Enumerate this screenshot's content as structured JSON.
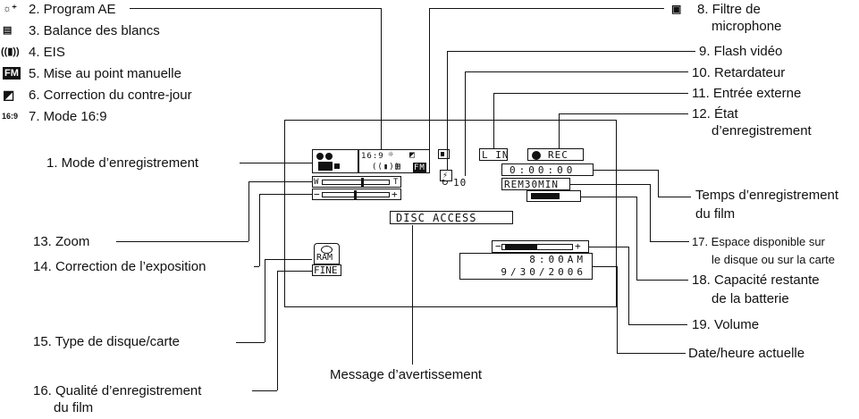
{
  "legend_left": [
    {
      "icon": "☼⁺",
      "text": "2. Program AE"
    },
    {
      "icon": "▤",
      "text": "3. Balance des blancs"
    },
    {
      "icon": "((▮))",
      "text": "4. EIS"
    },
    {
      "icon": "FM",
      "text": "5. Mise au point manuelle"
    },
    {
      "icon": "◩",
      "text": "6. Correction du contre-jour"
    },
    {
      "icon": "16:9",
      "text": "7. Mode 16:9"
    }
  ],
  "callouts_left": {
    "mode": "1. Mode d’enregistrement",
    "zoom": "13. Zoom",
    "exposure": "14. Correction de l’exposition",
    "disc_type": "15. Type de disque/carte",
    "quality_1": "16. Qualité d’enregistrement",
    "quality_2": "du film"
  },
  "callouts_right": {
    "mic_icon": "▣",
    "mic_1": "8. Filtre de",
    "mic_2": "microphone",
    "flash": "9. Flash vidéo",
    "timer": "10. Retardateur",
    "ext": "11. Entrée externe",
    "state_1": "12. État",
    "state_2": "d’enregistrement",
    "rec_time_1": "Temps d’enregistrement",
    "rec_time_2": "du film",
    "space_1": "17. Espace disponible sur",
    "space_2": "le disque ou sur la carte",
    "battery_1": "18. Capacité restante",
    "battery_2": "de la batterie",
    "volume": "19. Volume",
    "datetime": "Date/heure actuelle"
  },
  "warning_label": "Message d’avertissement",
  "screen": {
    "lin": "L IN",
    "rec": "REC",
    "counter": "0:00:00",
    "remaining": "REM30MIN",
    "timer_value": "10",
    "disc_access": "DISC ACCESS",
    "ram": "RAM",
    "fine": "FINE",
    "time": "8:00AM",
    "date": "9/30/2006",
    "zoom_w": "W",
    "zoom_t": "T",
    "exp_minus": "−",
    "exp_plus": "+",
    "vol_minus": "−",
    "vol_plus": "+",
    "icon_169": "16:9",
    "icon_fm": "FM",
    "battery_level": 0.6
  }
}
